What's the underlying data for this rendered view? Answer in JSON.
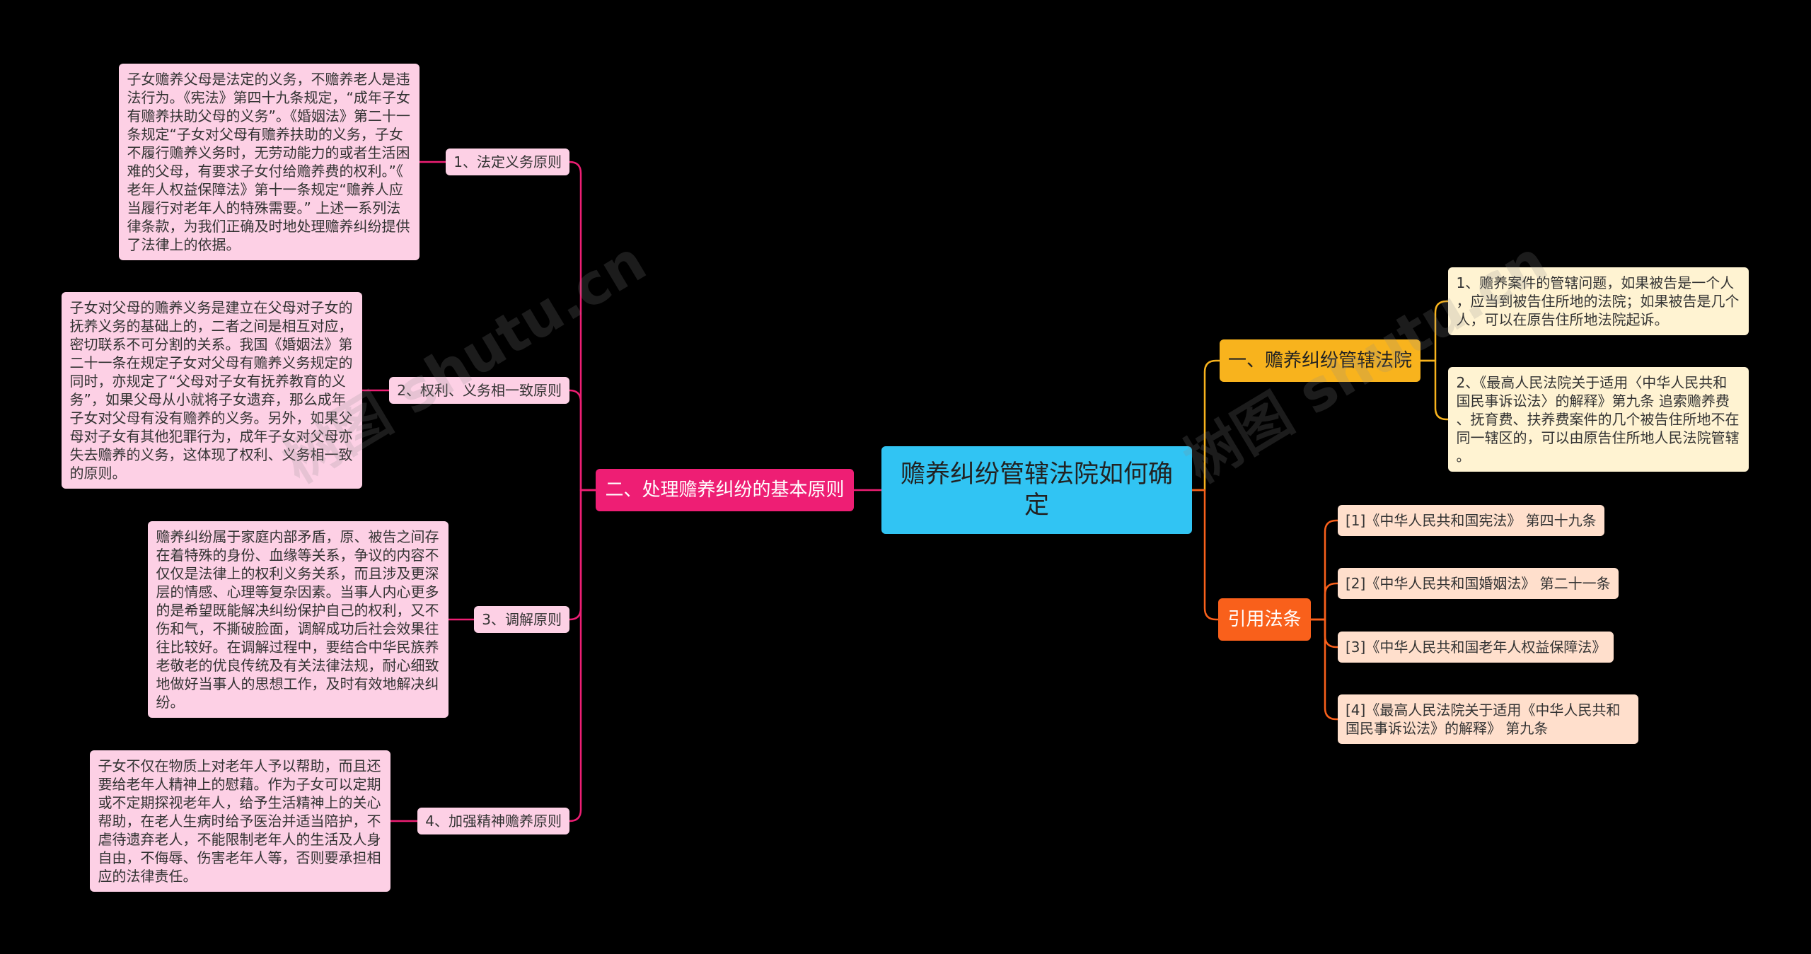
{
  "watermark": "树图 shutu.cn",
  "colors": {
    "background": "#000000",
    "root": "#31c4f3",
    "branch_principles": "#ee1e74",
    "branch_principles_light": "#fdd0e5",
    "branch_jurisdiction": "#f8b31d",
    "branch_jurisdiction_light": "#fff3d2",
    "branch_laws": "#f9601b",
    "branch_laws_light": "#ffdfcc"
  },
  "root": {
    "title": "赡养纠纷管辖法院如何确定"
  },
  "branches": [
    {
      "title": "二、处理赡养纠纷的基本原则",
      "children": [
        {
          "title": "1、法定义务原则",
          "note": "子女赡养父母是法定的义务，不赡养老人是违法行为。《宪法》第四十九条规定，“成年子女有赡养扶助父母的义务”。《婚姻法》第二十一条规定“子女对父母有赡养扶助的义务，子女不履行赡养义务时，无劳动能力的或者生活困难的父母，有要求子女付给赡养费的权利。”《老年人权益保障法》第十一条规定“赡养人应当履行对老年人的特殊需要。” 上述一系列法律条款，为我们正确及时地处理赡养纠纷提供了法律上的依据。"
        },
        {
          "title": "2、权利、义务相一致原则",
          "note": "子女对父母的赡养义务是建立在父母对子女的抚养义务的基础上的，二者之间是相互对应，密切联系不可分割的关系。我国《婚姻法》第二十一条在规定子女对父母有赡养义务规定的同时，亦规定了“父母对子女有抚养教育的义务”，如果父母从小就将子女遗弃，那么成年子女对父母有没有赡养的义务。另外，如果父母对子女有其他犯罪行为，成年子女对父母亦失去赡养的义务，这体现了权利、义务相一致的原则。"
        },
        {
          "title": "3、调解原则",
          "note": "赡养纠纷属于家庭内部矛盾，原、被告之间存在着特殊的身份、血缘等关系，争议的内容不仅仅是法律上的权利义务关系，而且涉及更深层的情感、心理等复杂因素。当事人内心更多的是希望既能解决纠纷保护自己的权利，又不伤和气，不撕破脸面，调解成功后社会效果往往比较好。在调解过程中，要结合中华民族养老敬老的优良传统及有关法律法规，耐心细致地做好当事人的思想工作，及时有效地解决纠纷。"
        },
        {
          "title": "4、加强精神赡养原则",
          "note": "子女不仅在物质上对老年人予以帮助，而且还要给老年人精神上的慰藉。作为子女可以定期或不定期探视老年人，给予生活精神上的关心帮助，在老人生病时给予医治并适当陪护，不虐待遗弃老人，不能限制老年人的生活及人身自由，不侮辱、伤害老年人等，否则要承担相应的法律责任。"
        }
      ]
    },
    {
      "title": "一、赡养纠纷管辖法院",
      "children": [
        {
          "text": "1、赡养案件的管辖问题，如果被告是一个人，应当到被告住所地的法院；如果被告是几个人，可以在原告住所地法院起诉。"
        },
        {
          "text": "2、《最高人民法院关于适用〈中华人民共和国民事诉讼法〉的解释》第九条 追索赡养费、抚育费、扶养费案件的几个被告住所地不在同一辖区的，可以由原告住所地人民法院管辖。"
        }
      ]
    },
    {
      "title": "引用法条",
      "children": [
        {
          "text": "[1]《中华人民共和国宪法》 第四十九条"
        },
        {
          "text": "[2]《中华人民共和国婚姻法》 第二十一条"
        },
        {
          "text": "[3]《中华人民共和国老年人权益保障法》"
        },
        {
          "text": "[4]《最高人民法院关于适用《中华人民共和国民事诉讼法》的解释》 第九条"
        }
      ]
    }
  ]
}
